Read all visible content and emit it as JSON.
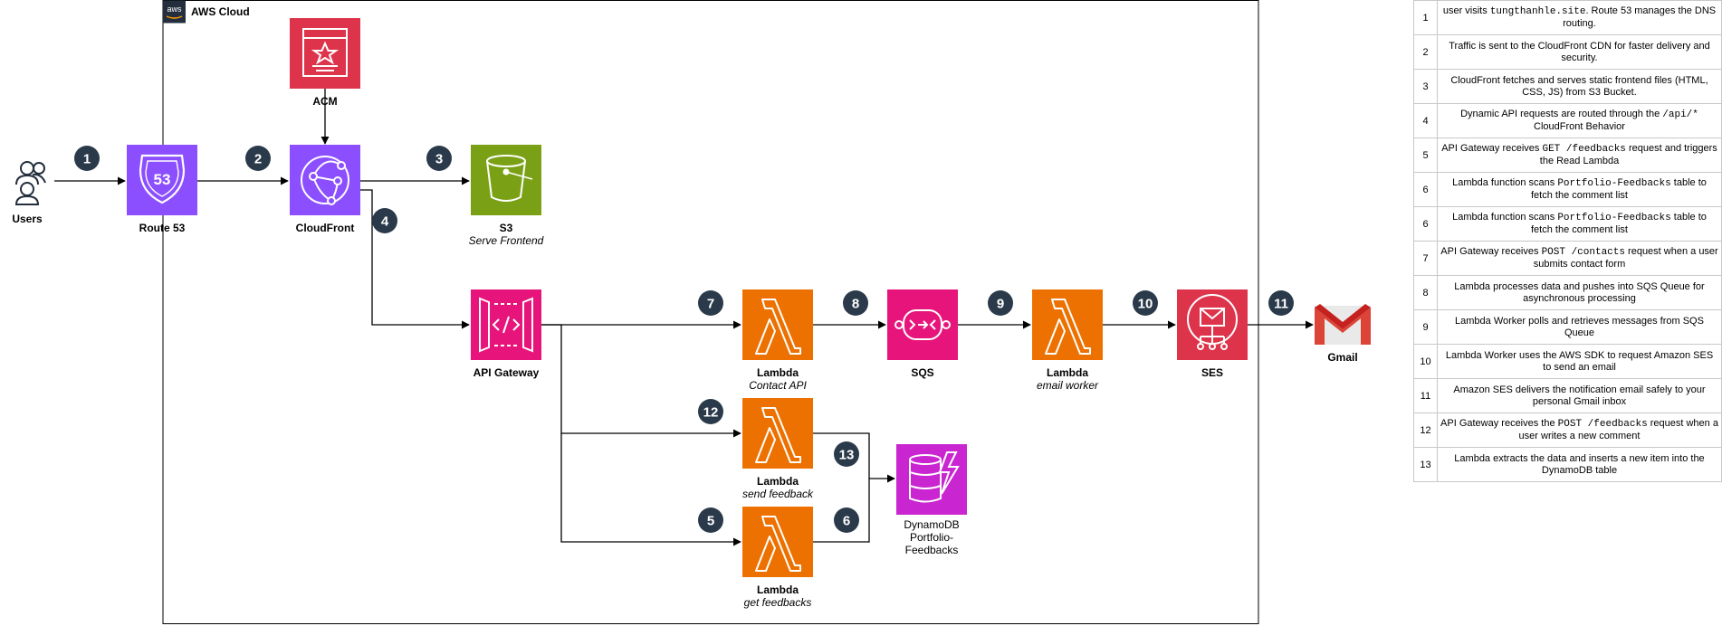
{
  "cloud": {
    "label": "AWS Cloud",
    "badge": "aws"
  },
  "nodes": {
    "users": {
      "label": "Users"
    },
    "route53": {
      "label": "Route 53",
      "icon_text": "53"
    },
    "acm": {
      "label": "ACM"
    },
    "cloudfront": {
      "label": "CloudFront"
    },
    "s3": {
      "label": "S3",
      "sublabel": "Serve Frontend"
    },
    "apigw": {
      "label": "API Gateway"
    },
    "lambda_contact": {
      "label": "Lambda",
      "sublabel": "Contact API"
    },
    "sqs": {
      "label": "SQS"
    },
    "lambda_email": {
      "label": "Lambda",
      "sublabel": "email worker"
    },
    "ses": {
      "label": "SES"
    },
    "gmail": {
      "label": "Gmail"
    },
    "lambda_send": {
      "label": "Lambda",
      "sublabel": "send feedback"
    },
    "lambda_get": {
      "label": "Lambda",
      "sublabel": "get feedbacks"
    },
    "dynamodb": {
      "label_1": "DynamoDB",
      "label_2": "Portfolio-",
      "label_3": "Feedbacks"
    }
  },
  "steps": {
    "s1": "1",
    "s2": "2",
    "s3": "3",
    "s4": "4",
    "s5": "5",
    "s6": "6",
    "s7": "7",
    "s8": "8",
    "s9": "9",
    "s10": "10",
    "s11": "11",
    "s12": "12",
    "s13": "13"
  },
  "colors": {
    "route53": "#8c4fff",
    "acm": "#dd344c",
    "cloudfront": "#8c4fff",
    "s3": "#7aa116",
    "apigw": "#e7157b",
    "lambda": "#ed7100",
    "sqs": "#e7157b",
    "ses": "#dd344c",
    "dynamodb": "#c925d1",
    "step": "#2b3a4a",
    "aws_badge": "#232f3e"
  },
  "legend": [
    {
      "num": "1",
      "parts": [
        {
          "t": "user visits "
        },
        {
          "t": "tungthanhle.site",
          "code": true
        },
        {
          "t": ". Route 53 manages the DNS routing."
        }
      ]
    },
    {
      "num": "2",
      "parts": [
        {
          "t": "Traffic is sent to the CloudFront CDN for faster delivery and security."
        }
      ]
    },
    {
      "num": "3",
      "parts": [
        {
          "t": "CloudFront fetches and serves static frontend files (HTML, CSS, JS) from S3 Bucket."
        }
      ]
    },
    {
      "num": "4",
      "parts": [
        {
          "t": "Dynamic API requests are routed through the "
        },
        {
          "t": "/api/*",
          "code": true
        },
        {
          "t": " CloudFront Behavior"
        }
      ]
    },
    {
      "num": "5",
      "parts": [
        {
          "t": "API Gateway receives "
        },
        {
          "t": "GET /feedbacks",
          "code": true
        },
        {
          "t": " request and triggers the Read Lambda"
        }
      ]
    },
    {
      "num": "6",
      "parts": [
        {
          "t": "Lambda function scans "
        },
        {
          "t": "Portfolio-Feedbacks",
          "code": true
        },
        {
          "t": " table to fetch the comment list"
        }
      ]
    },
    {
      "num": "6",
      "parts": [
        {
          "t": "Lambda function scans "
        },
        {
          "t": "Portfolio-Feedbacks",
          "code": true
        },
        {
          "t": " table to fetch the comment list"
        }
      ]
    },
    {
      "num": "7",
      "parts": [
        {
          "t": "API Gateway receives "
        },
        {
          "t": "POST /contacts",
          "code": true
        },
        {
          "t": " request when a user submits contact form"
        }
      ]
    },
    {
      "num": "8",
      "parts": [
        {
          "t": "Lambda processes data and pushes into SQS Queue for asynchronous processing"
        }
      ]
    },
    {
      "num": "9",
      "parts": [
        {
          "t": "Lambda Worker polls and retrieves messages from SQS Queue"
        }
      ]
    },
    {
      "num": "10",
      "parts": [
        {
          "t": "Lambda Worker uses the AWS SDK to request Amazon SES to send an email"
        }
      ]
    },
    {
      "num": "11",
      "parts": [
        {
          "t": "Amazon SES delivers the notification email safely to your personal Gmail inbox"
        }
      ]
    },
    {
      "num": "12",
      "parts": [
        {
          "t": "API Gateway receives the "
        },
        {
          "t": "POST /feedbacks",
          "code": true
        },
        {
          "t": " request when a user writes a new comment"
        }
      ]
    },
    {
      "num": "13",
      "parts": [
        {
          "t": "Lambda extracts the data and inserts a new item into the DynamoDB table"
        }
      ]
    }
  ]
}
